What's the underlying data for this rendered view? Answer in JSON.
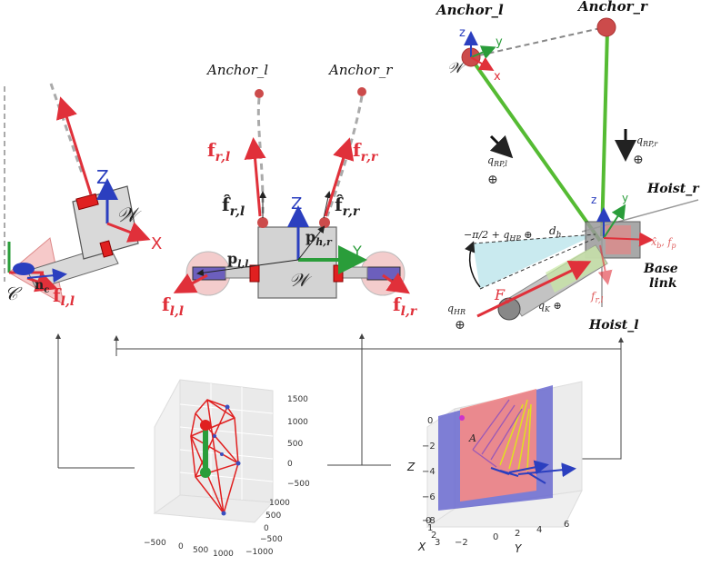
{
  "colors": {
    "force_red": "#e0303a",
    "anchor_red": "#cc4b4b",
    "cable_green": "#55bb33",
    "axis_blue": "#2b3fbf",
    "link_grey": "#cfcfcf",
    "pink_shade": "#f6c9c9",
    "cyan_shade": "#bfe6ec",
    "purple_plane": "#6a6ad0",
    "salmon_plane": "#f08a8a"
  },
  "left_panel": {
    "frame_W": "𝒲",
    "frame_C": "𝒞",
    "axis_z": "Z",
    "axis_x": "X",
    "force_fll": "f",
    "force_fll_sub": "l,l",
    "normal_nc": "n",
    "normal_nc_sub": "c"
  },
  "middle_panel": {
    "anchor_l": "Anchor_l",
    "anchor_r": "Anchor_r",
    "frl": "f",
    "frl_sub": "r,l",
    "frr": "f",
    "frr_sub": "r,r",
    "frl_hat": "f̂",
    "frl_hat_sub": "r,l",
    "frr_hat": "f̂",
    "frr_hat_sub": "r,r",
    "pll": "p",
    "pll_sub": "l,l",
    "phr": "p",
    "phr_sub": "h,r",
    "fll": "f",
    "fll_sub": "l,l",
    "flr": "f",
    "flr_sub": "l,r",
    "frame_W": "𝒲",
    "axis_z": "Z",
    "axis_y": "Y"
  },
  "right_panel": {
    "anchor_l": "Anchor_l",
    "anchor_r": "Anchor_r",
    "frame_W": "𝒲",
    "axis_z": "z",
    "axis_y": "y",
    "axis_x": "x",
    "q_rp_l": "q",
    "q_rp_l_sub": "RP,l",
    "q_rp_r": "q",
    "q_rp_r_sub": "RP,r",
    "hoist_r": "Hoist_r",
    "hoist_l": "Hoist_l",
    "q_hp": "−π/2 + q",
    "q_hp_sub": "HP",
    "d_h": "d",
    "d_h_sub": "h",
    "x_b": "x̂",
    "x_b_sub": "b",
    "f_p": "f",
    "f_p_sub": "p",
    "base": "Base",
    "link": "link",
    "f_c": "F",
    "f_c_sub": "c",
    "f_rl": "f",
    "f_rl_sub": "r,l",
    "q_hr": "q",
    "q_hr_sub": "HR",
    "q_k": "q",
    "q_k_sub": "K",
    "oplus": "⊕"
  },
  "plot3d_left": {
    "z_ticks": [
      "1500",
      "1000",
      "500",
      "0",
      "−500"
    ],
    "y_ticks": [
      "1000",
      "500",
      "0",
      "−500",
      "−1000"
    ],
    "x_ticks": [
      "−500",
      "0",
      "500",
      "1000"
    ]
  },
  "plot3d_right": {
    "z_label": "Z",
    "x_label": "X",
    "y_label": "Y",
    "z_ticks": [
      "0",
      "−2",
      "−4",
      "−6",
      "−8"
    ],
    "x_ticks": [
      "0",
      "1",
      "2",
      "3"
    ],
    "y_ticks": [
      "−2",
      "0",
      "2",
      "4",
      "6"
    ],
    "label_A": "A"
  }
}
